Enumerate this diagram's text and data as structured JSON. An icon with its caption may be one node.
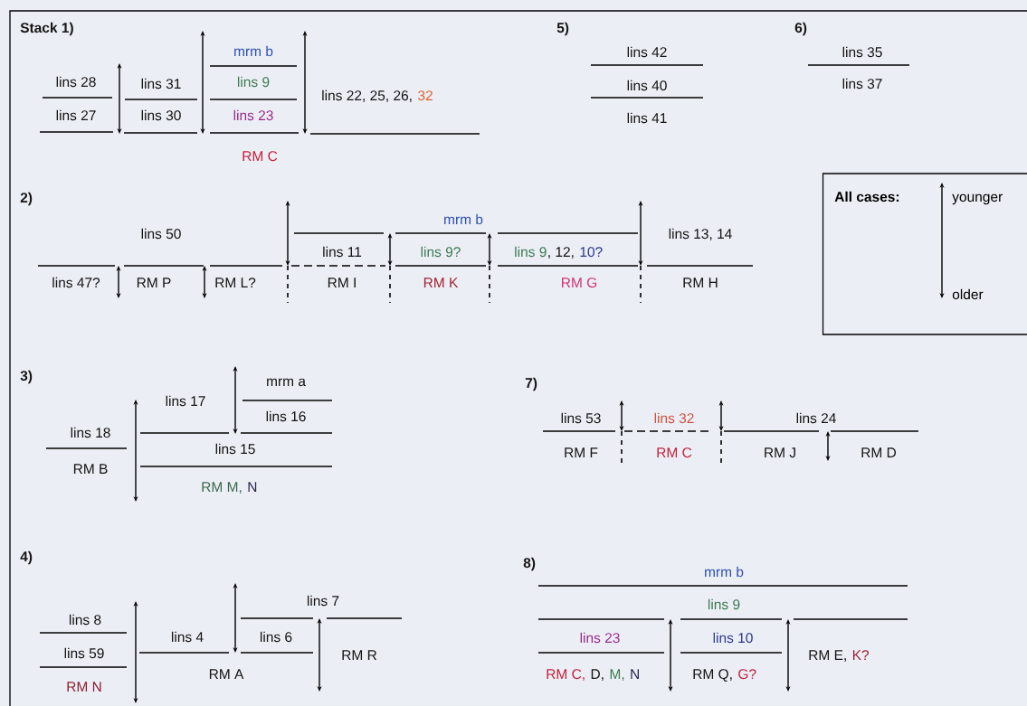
{
  "diagram": {
    "nodes": [
      {
        "text": [
          "All cases:",
          "younger",
          "older"
        ]
      }
    ],
    "labels": [
      "Stack 1)",
      "lins 28",
      "lins 27",
      "lins 31",
      "lins 30",
      "mrm b",
      "lins 9",
      "lins 23",
      "lins 22, 25, 26,",
      "32",
      "RM C",
      "5)",
      "lins 42",
      "lins 40",
      "lins 41",
      "6)",
      "lins 35",
      "lins 37",
      "2)",
      "lins 50",
      "lins 47?",
      "RM P",
      "RM L?",
      "mrm b",
      "lins 11",
      "RM I",
      "lins 9?",
      "RM K",
      "lins 9",
      ", 12,",
      "10?",
      "RM G",
      "lins 13, 14",
      "RM H",
      "3)",
      "lins 17",
      "mrm a",
      "lins 16",
      "lins 18",
      "lins 15",
      "RM B",
      "RM M,",
      "N",
      "7)",
      "lins 53",
      "lins 32",
      "lins 24",
      "RM F",
      "RM C",
      "RM J",
      "RM D",
      "4)",
      "lins 7",
      "lins 8",
      "lins 4",
      "lins 6",
      "lins 59",
      "RM R",
      "RM A",
      "RM N",
      "8)",
      "mrm b",
      "lins 9",
      "lins 23",
      "lins 10",
      "RM E,",
      "K?",
      "RM C,",
      "D,",
      "M,",
      "N",
      "RM Q,",
      "G?"
    ]
  }
}
